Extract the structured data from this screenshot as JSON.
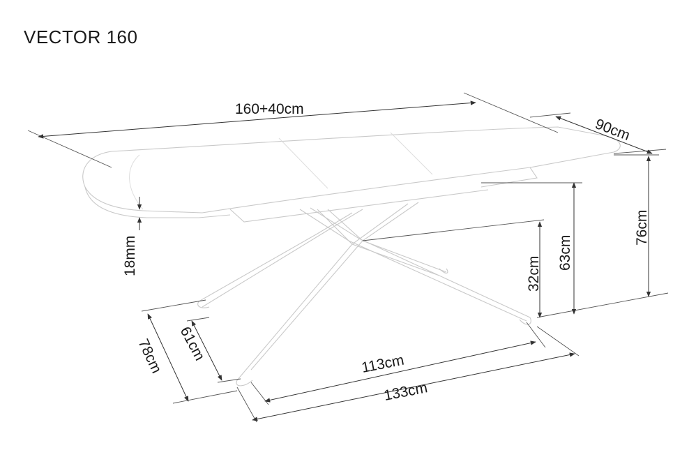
{
  "title": "VECTOR 160",
  "dimensions": {
    "length": "160+40cm",
    "width": "90cm",
    "height_total": "76cm",
    "height_under_frame": "63cm",
    "height_cross": "32cm",
    "top_thickness": "18mm",
    "leg_span_inner": "113cm",
    "leg_span_outer": "133cm",
    "leg_depth_inner": "61cm",
    "leg_depth_outer": "78cm"
  },
  "colors": {
    "text": "#1a1a1a",
    "line": "#333333",
    "outline": "#c9c9c9"
  }
}
